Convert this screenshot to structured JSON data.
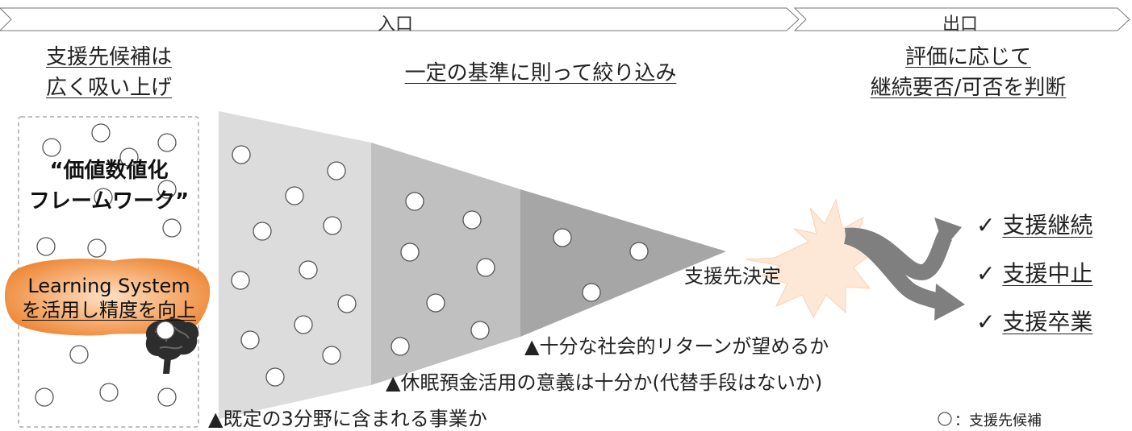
{
  "header": {
    "entry_label": "入口",
    "exit_label": "出口"
  },
  "columns": {
    "left_title": [
      "支援先候補は",
      "広く吸い上げ"
    ],
    "middle_title": "一定の基準に則って絞り込み",
    "right_title": [
      "評価に応じて",
      "継続要否/可否を判断"
    ]
  },
  "pool": {
    "framework_label": [
      "“価値数値化",
      "フレームワーク”"
    ],
    "learning_label": [
      "Learning System",
      "を活用し精度を向上"
    ],
    "brain_icon": "brain-icon"
  },
  "funnel": {
    "criteria": [
      "▲既定の3分野に含まれる事業か",
      "▲休眠預金活用の意義は十分か(代替手段はないか)",
      "▲十分な社会的リターンが望めるか"
    ],
    "decision_label": "支援先決定"
  },
  "outcomes": {
    "check": "✓",
    "items": [
      "支援継続",
      "支援中止",
      "支援卒業"
    ]
  },
  "legend": {
    "symbol": "○",
    "text": "：支援先候補"
  },
  "colors": {
    "stage1": "#dcdcdc",
    "stage2": "#c0c0c0",
    "stage3": "#a6a6a6",
    "burst": "#fde7d6",
    "learning": "#f39a4a",
    "arrow": "#7f7f7f"
  }
}
